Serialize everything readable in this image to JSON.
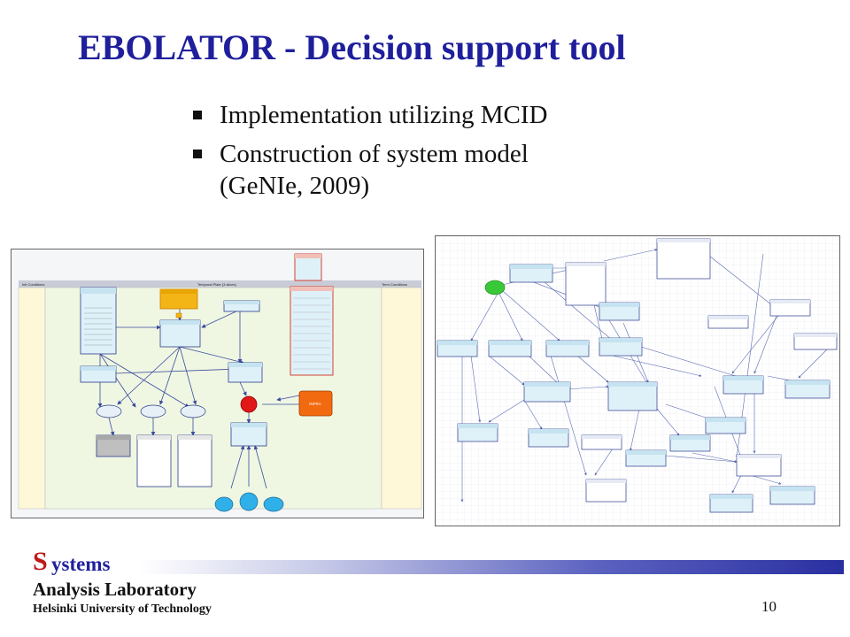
{
  "slide": {
    "title": "EBOLATOR - Decision support tool",
    "bullets": [
      {
        "text": "Implementation utilizing MCID"
      },
      {
        "line1": "Construction of system model",
        "line2": "(GeNIe, 2009)"
      }
    ],
    "page_number": "10"
  },
  "footer": {
    "logo_letter": "S",
    "logo_rest": "ystems",
    "lab_name": "Analysis Laboratory",
    "university": "Helsinki University of Technology"
  },
  "colors": {
    "title": "#1f1f9c",
    "logo_s": "#c01818",
    "node_fill": "#dff1f8",
    "node_border": "#2b3a8c",
    "chance_node": "#9fd6ef",
    "target_node": "#e04010",
    "decision_node": "#f3b516",
    "green_node": "#38c838"
  },
  "screenshots": {
    "left": {
      "header_labels": [
        "Init Conditions",
        "Temporal Plate (3 slices)",
        "Term Conditions"
      ],
      "target_label": "INFRA"
    }
  }
}
